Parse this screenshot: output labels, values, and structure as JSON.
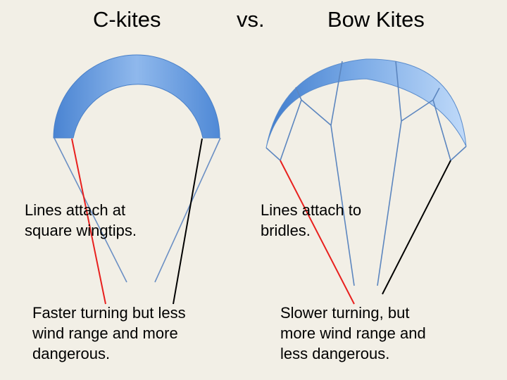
{
  "titles": {
    "left": "C-kites",
    "middle": "vs.",
    "right": "Bow Kites"
  },
  "c_kite": {
    "attach_line1": "Lines attach at",
    "attach_line2": "square wingtips.",
    "turning_line1": "Faster turning but less",
    "turning_line2": "wind range and more",
    "turning_line3": "dangerous."
  },
  "bow_kite": {
    "attach_line1": "Lines attach to",
    "attach_line2": "bridles.",
    "turning_line1": "Slower turning, but",
    "turning_line2": "more wind range and",
    "turning_line3": "less dangerous."
  },
  "colors": {
    "background": "#f2efe6",
    "canopy_dark": "#4a84d2",
    "canopy_light": "#b4d2f8",
    "bridle": "#5c86bf",
    "left_line": "#e8201e",
    "right_line": "#000000"
  }
}
